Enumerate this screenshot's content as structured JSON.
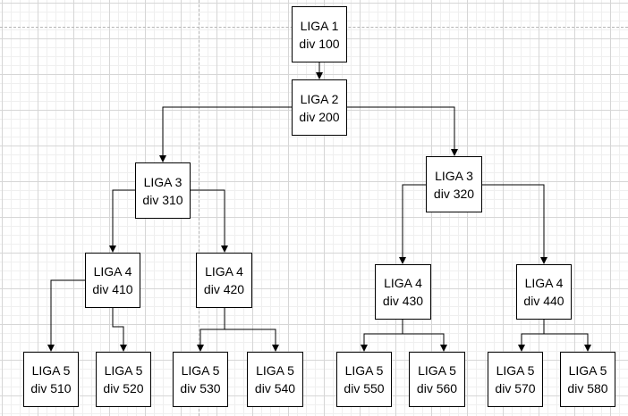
{
  "nodes": {
    "l1": {
      "line1": "LIGA 1",
      "line2": "div 100"
    },
    "l2": {
      "line1": "LIGA 2",
      "line2": "div 200"
    },
    "l3_310": {
      "line1": "LIGA 3",
      "line2": "div 310"
    },
    "l3_320": {
      "line1": "LIGA 3",
      "line2": "div 320"
    },
    "l4_410": {
      "line1": "LIGA 4",
      "line2": "div 410"
    },
    "l4_420": {
      "line1": "LIGA 4",
      "line2": "div 420"
    },
    "l4_430": {
      "line1": "LIGA 4",
      "line2": "div 430"
    },
    "l4_440": {
      "line1": "LIGA 4",
      "line2": "div 440"
    },
    "l5_510": {
      "line1": "LIGA 5",
      "line2": "div 510"
    },
    "l5_520": {
      "line1": "LIGA 5",
      "line2": "div 520"
    },
    "l5_530": {
      "line1": "LIGA 5",
      "line2": "div 530"
    },
    "l5_540": {
      "line1": "LIGA 5",
      "line2": "div 540"
    },
    "l5_550": {
      "line1": "LIGA 5",
      "line2": "div 550"
    },
    "l5_560": {
      "line1": "LIGA 5",
      "line2": "div 560"
    },
    "l5_570": {
      "line1": "LIGA 5",
      "line2": "div 570"
    },
    "l5_580": {
      "line1": "LIGA 5",
      "line2": "div 580"
    }
  },
  "colors": {
    "line": "#000000",
    "box_border": "#000000",
    "box_fill": "#ffffff"
  }
}
